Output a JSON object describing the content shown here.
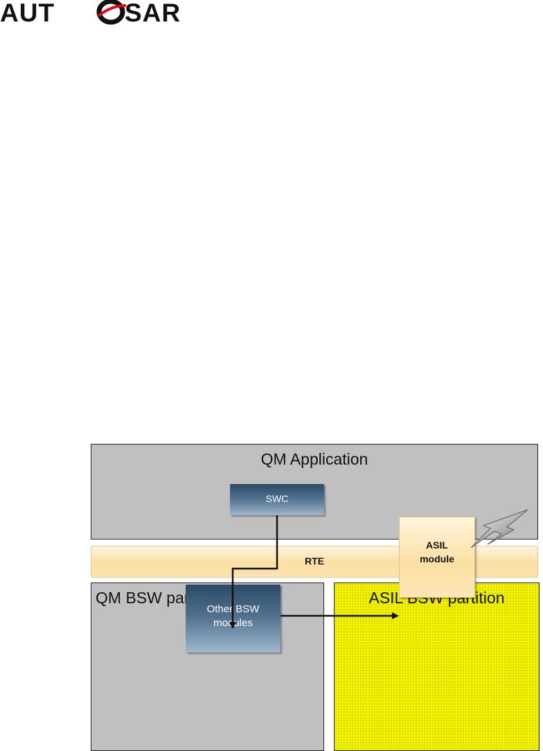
{
  "logo": {
    "text": "AUTOSAR",
    "color": "#111111",
    "accent": "#e30613"
  },
  "diagram": {
    "qm_application": {
      "title": "QM Application"
    },
    "swc": {
      "label": "SWC"
    },
    "rte": {
      "label": "RTE"
    },
    "qm_bsw_partition": {
      "title": "QM BSW partition"
    },
    "other_bsw": {
      "line1": "Other BSW",
      "line2": "modules"
    },
    "asil_bsw_partition": {
      "title": "ASIL BSW partition"
    },
    "asil_module": {
      "line1": "ASIL",
      "line2": "module"
    },
    "icons": {
      "fault": "lightning-bolt-icon"
    },
    "colors": {
      "gray": "#c0c0c0",
      "yellow": "#f2f200",
      "blue": "#4f6f8c",
      "cream": "#fbdfa3"
    }
  }
}
